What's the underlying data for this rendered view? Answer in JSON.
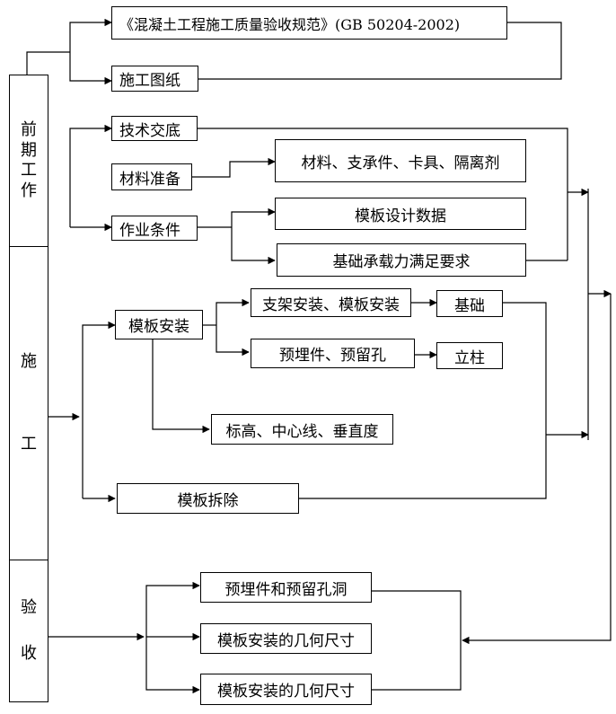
{
  "stages": {
    "preparation": [
      "前",
      "期",
      "工",
      "作"
    ],
    "construction": [
      "施",
      "工"
    ],
    "acceptance": [
      "验",
      "收"
    ]
  },
  "boxes": {
    "standard": "《混凝土工程施工质量验收规范》(GB 50204-2002)",
    "drawings": "施工图纸",
    "tech_briefing": "技术交底",
    "material_prep": "材料准备",
    "materials": "材料、支承件、卡具、隔离剂",
    "work_conditions": "作业条件",
    "formwork_design": "模板设计数据",
    "foundation_load": "基础承载力满足要求",
    "formwork_install": "模板安装",
    "support_install": "支架安装、模板安装",
    "foundation": "基础",
    "embedded_parts": "预埋件、预留孔",
    "column": "立柱",
    "elevation": "标高、中心线、垂直度",
    "formwork_removal": "模板拆除",
    "check_embedded": "预埋件和预留孔洞",
    "check_geometry_1": "模板安装的几何尺寸",
    "check_geometry_2": "模板安装的几何尺寸"
  }
}
